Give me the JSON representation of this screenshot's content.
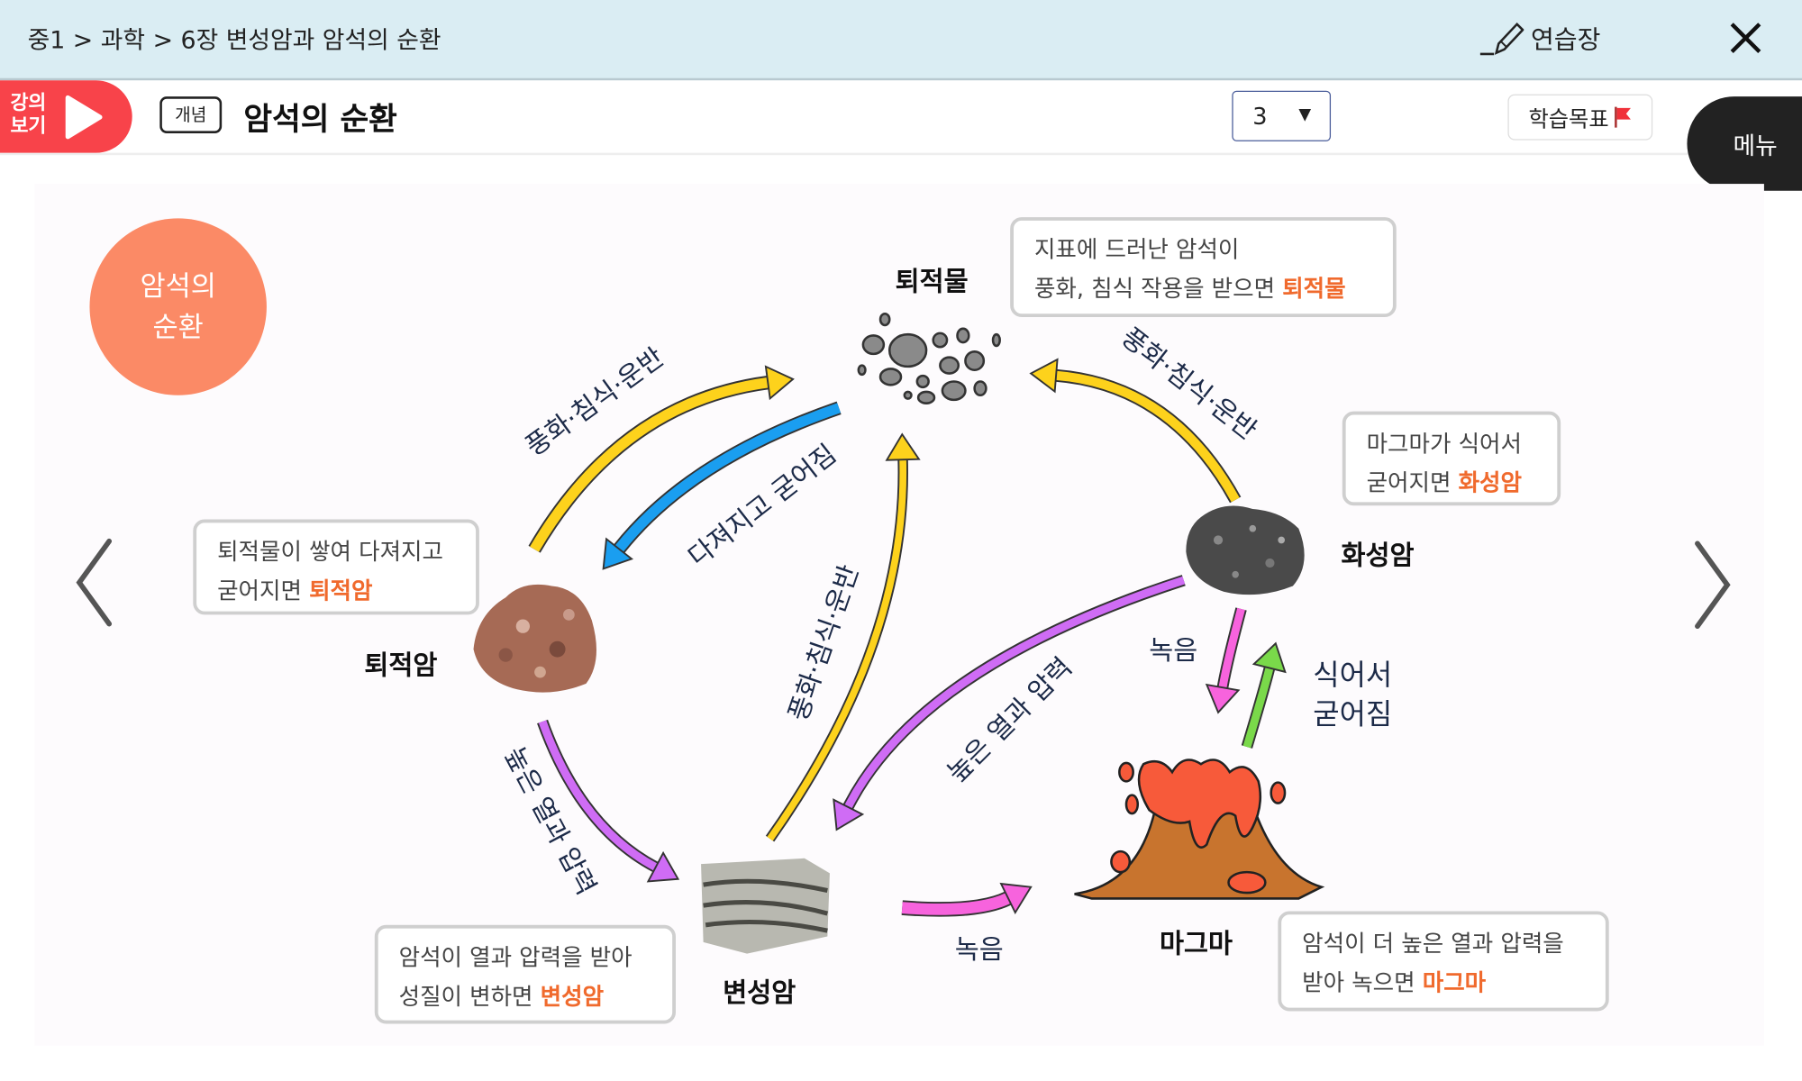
{
  "topbar": {
    "breadcrumb": "중1 > 과학 > 6장 변성암과 암석의 순환",
    "practice_label": "연습장"
  },
  "subbar": {
    "lecture_label_1": "강의",
    "lecture_label_2": "보기",
    "badge": "개념",
    "title": "암석의 순환",
    "page_select": "3",
    "goal_label": "학습목표",
    "menu_label": "메뉴"
  },
  "diagram": {
    "circle_line1": "암석의",
    "circle_line2": "순환",
    "labels": {
      "sediment": "퇴적물",
      "igneous": "화성암",
      "sedimentary": "퇴적암",
      "metamorphic": "변성암",
      "magma": "마그마"
    },
    "bubbles": {
      "sediment": {
        "line1": "지표에 드러난 암석이",
        "line2": "풍화, 침식 작용을 받으면 ",
        "hl": "퇴적물"
      },
      "igneous": {
        "line1": "마그마가 식어서",
        "line2": "굳어지면 ",
        "hl": "화성암"
      },
      "sedimentary": {
        "line1": "퇴적물이 쌓여 다져지고",
        "line2": "굳어지면 ",
        "hl": "퇴적암"
      },
      "metamorphic": {
        "line1": "암석이 열과 압력을 받아",
        "line2": "성질이 변하면 ",
        "hl": "변성암"
      },
      "magma": {
        "line1": "암석이 더 높은 열과 압력을",
        "line2": "받아 녹으면 ",
        "hl": "마그마"
      }
    },
    "arrow_labels": {
      "weathering": "풍화·침식·운반",
      "compaction": "다져지고 굳어짐",
      "heat_pressure": "높은 열과 압력",
      "melting": "녹음",
      "cooling_1": "식어서",
      "cooling_2": "굳어짐"
    },
    "colors": {
      "yellow": "#fdd21c",
      "blue": "#1a9ef0",
      "violet": "#cf6cf5",
      "pink": "#f763dd",
      "green": "#7ad94a",
      "text": "#1c2a48",
      "highlight": "#f06a2d"
    }
  }
}
